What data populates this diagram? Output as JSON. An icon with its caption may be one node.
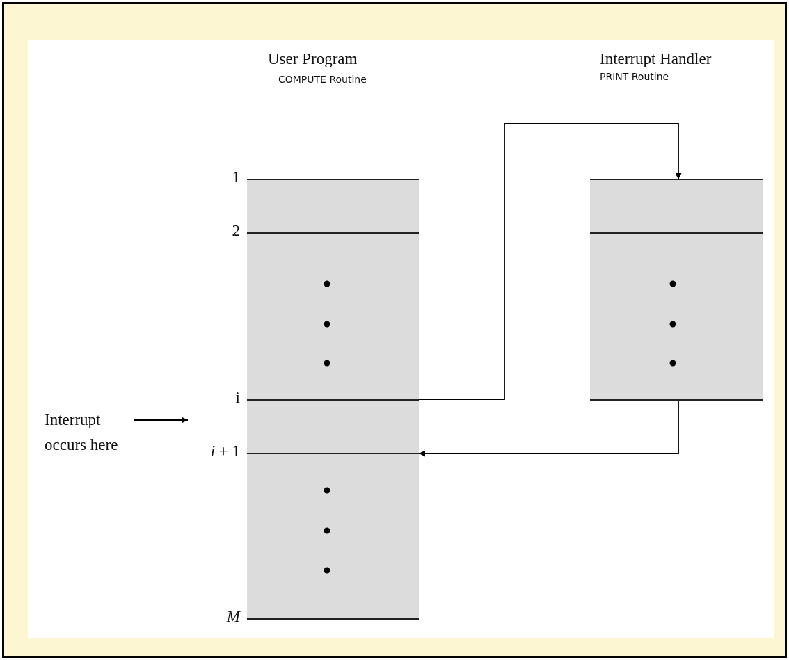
{
  "diagram": {
    "nodes": [
      {
        "text": [],
        "shape": "box"
      },
      {
        "text": [],
        "shape": "box"
      },
      {
        "text": [
          "Interrupt occurs here"
        ]
      }
    ],
    "edges": [
      {
        "from": 0,
        "to": 1,
        "arrow": "to"
      },
      {
        "from": 1,
        "to": 0,
        "arrow": "to"
      },
      {
        "from": 2,
        "to": null,
        "arrow": "to"
      }
    ],
    "labels": [
      "User Program",
      "Interrupt Handler",
      "COMPUTE Routine",
      "PRINT Routine",
      "1",
      "2",
      "i",
      "*i* + 1",
      "M"
    ]
  }
}
